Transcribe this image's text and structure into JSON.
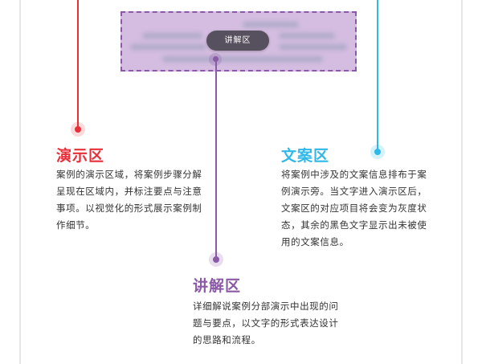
{
  "colors": {
    "demo_accent": "#e8303a",
    "copy_accent": "#2fb8e8",
    "explain_accent": "#8a5aa6",
    "demo_box_fill": "#d4bde0",
    "callout_button_bg": "#57505e",
    "body_text": "#333333",
    "page_border": "#e6e6e6"
  },
  "demo_box": {
    "callout_button_label": "讲解区"
  },
  "sections": {
    "demo": {
      "title": "演示区",
      "body_lines": [
        "案例的演示区域，将案例步骤分解",
        "呈现在区域内，并标注要点与注意",
        "事项。以视觉化的形式展示案例制",
        "作细节。"
      ]
    },
    "copy": {
      "title": "文案区",
      "body_lines": [
        "将案例中涉及的文案信息排布于案",
        "例演示旁。当文字进入演示区后，",
        "文案区的对应项目将会变为灰度状",
        "态，其余的黑色文字显示出未被使",
        "用的文案信息。"
      ]
    },
    "explain": {
      "title": "讲解区",
      "body_lines": [
        "详细解说案例分部演示中出现的问",
        "题与要点，以文字的形式表达设计",
        "的思路和流程。"
      ]
    }
  }
}
